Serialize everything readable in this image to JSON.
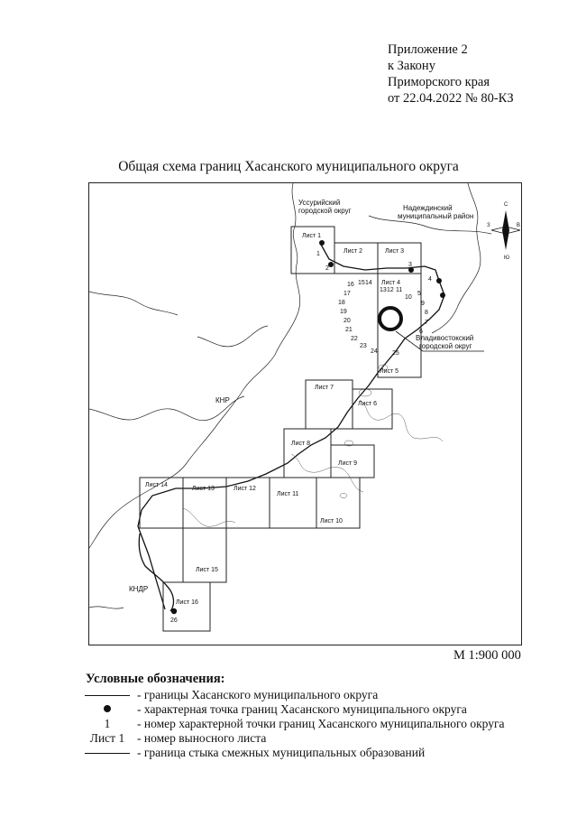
{
  "header": {
    "line1": "Приложение 2",
    "line2": "к Закону",
    "line3": "Приморского края",
    "line4": "от 22.04.2022 № 80-КЗ"
  },
  "title": "Общая схема границ Хасанского муниципального округа",
  "scale": "М 1:900 000",
  "map": {
    "labels": {
      "ussuri1": "Уссурийский",
      "ussuri2": "городской округ",
      "nadezh1": "Надеждинский",
      "nadezh2": "муниципальный район",
      "vlad1": "Владивостокский",
      "vlad2": "городской округ",
      "knr": "КНР",
      "kndr": "КНДР",
      "compass_c": "С",
      "compass_b": "В",
      "compass_z": "З",
      "compass_yu": "Ю"
    },
    "sheets": [
      {
        "id": "1",
        "label": "Лист 1"
      },
      {
        "id": "2",
        "label": "Лист 2"
      },
      {
        "id": "3",
        "label": "Лист 3"
      },
      {
        "id": "4",
        "label": "Лист 4"
      },
      {
        "id": "5",
        "label": "Лист 5"
      },
      {
        "id": "6",
        "label": "Лист 6"
      },
      {
        "id": "7",
        "label": "Лист 7"
      },
      {
        "id": "8",
        "label": "Лист 8"
      },
      {
        "id": "9",
        "label": "Лист 9"
      },
      {
        "id": "10",
        "label": "Лист 10"
      },
      {
        "id": "11",
        "label": "Лист 11"
      },
      {
        "id": "12",
        "label": "Лист 12"
      },
      {
        "id": "13",
        "label": "Лист 13"
      },
      {
        "id": "14",
        "label": "Лист 14"
      },
      {
        "id": "15",
        "label": "Лист 15"
      },
      {
        "id": "16",
        "label": "Лист 16"
      }
    ],
    "points": [
      "1",
      "2",
      "3",
      "4",
      "5",
      "6",
      "7",
      "8",
      "9",
      "10",
      "11",
      "12",
      "13",
      "14",
      "15",
      "16",
      "17",
      "18",
      "19",
      "20",
      "21",
      "22",
      "23",
      "24",
      "25",
      "26"
    ]
  },
  "legend": {
    "title": "Условные обозначения:",
    "items": [
      {
        "symbol": "",
        "text": "- границы Хасанского муниципального округа"
      },
      {
        "symbol": "",
        "text": "- характерная точка границ  Хасанского муниципального округа"
      },
      {
        "symbol": "1",
        "text": "- номер характерной точки границ  Хасанского муниципального округа"
      },
      {
        "symbol": "Лист 1",
        "text": "- номер выносного листа"
      },
      {
        "symbol": "",
        "text": "- граница стыка смежных муниципальных образований"
      }
    ]
  }
}
